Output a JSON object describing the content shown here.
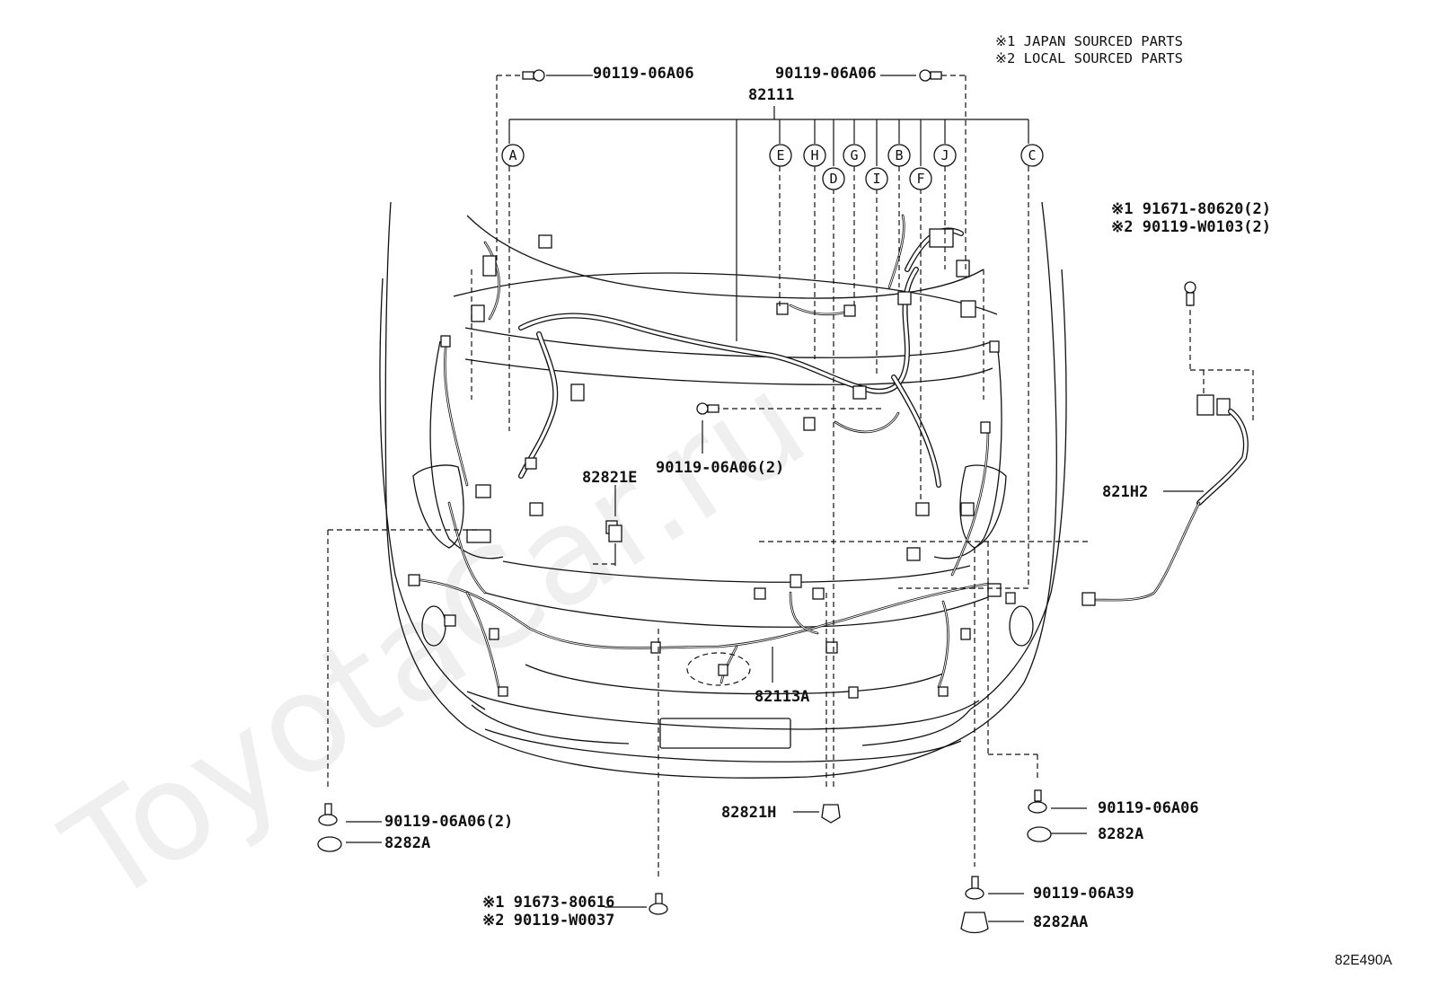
{
  "notes": [
    "※1 JAPAN SOURCED PARTS",
    "※2 LOCAL SOURCED PARTS"
  ],
  "callouts": [
    "A",
    "E",
    "H",
    "D",
    "G",
    "I",
    "B",
    "F",
    "J",
    "C"
  ],
  "parts": {
    "harness_main": "82111",
    "harness_front": "82113A",
    "bracket_e": "82821E",
    "bracket_h": "82821H",
    "sub_harness": "821H2",
    "bolt_top_left": "90119-06A06",
    "bolt_top_right": "90119-06A06",
    "bolt_center": "90119-06A06(2)",
    "bolt_right_j1": "※1 91671-80620(2)",
    "bolt_right_j2": "※2 90119-W0103(2)",
    "bolt_bottom_left": "90119-06A06(2)",
    "clamp_bottom_left": "8282A",
    "bolt_bottom_center_j1": "※1 91673-80616",
    "bolt_bottom_center_j2": "※2 90119-W0037",
    "bolt_bottom_right": "90119-06A06",
    "clamp_bottom_right": "8282A",
    "bolt_bottom_right2": "90119-06A39",
    "clamp_bottom_right2": "8282AA"
  },
  "watermark": "ToyotaCar.ru",
  "diagram_code": "82E490A"
}
